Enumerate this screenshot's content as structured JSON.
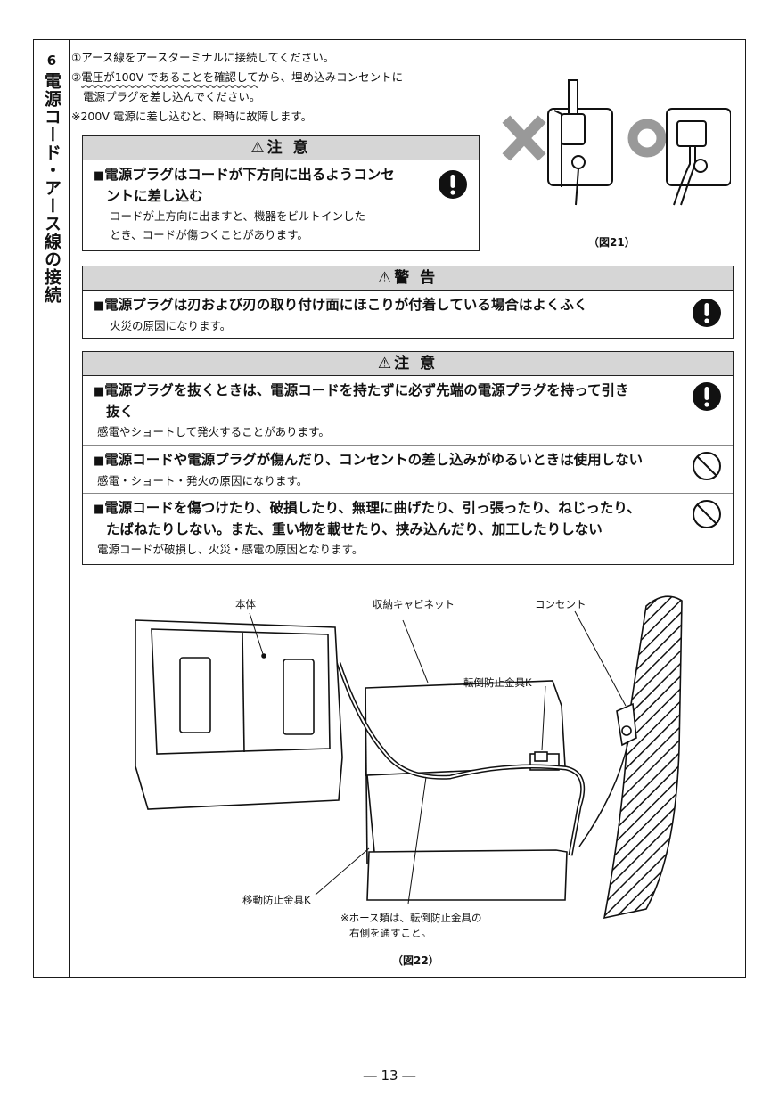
{
  "section": {
    "number": "6",
    "title": "電源コード・アース線の接続"
  },
  "intro": {
    "step1": "①アース線をアースターミナルに接続してください。",
    "step2_pre": "②",
    "step2_underlined": "電圧が100V であることを確認して",
    "step2_post": "から、埋め込みコンセントに",
    "step2_cont": "電源プラグを差し込んでください。",
    "note": "※200V 電源に差し込むと、瞬時に故障します。"
  },
  "caution1": {
    "header": "⚠注 意",
    "title_line1": "電源プラグはコードが下方向に出るようコンセ",
    "title_line2": "ントに差し込む",
    "desc_line1": "コードが上方向に出ますと、機器をビルトインした",
    "desc_line2": "とき、コードが傷つくことがあります。"
  },
  "fig21": {
    "caption": "（図21）"
  },
  "warning": {
    "header": "⚠警 告",
    "title": "電源プラグは刃および刃の取り付け面にほこりが付着している場合はよくふく",
    "desc": "火災の原因になります。"
  },
  "caution2": {
    "header": "⚠注 意",
    "items": [
      {
        "title_line1": "電源プラグを抜くときは、電源コードを持たずに必ず先端の電源プラグを持って引き",
        "title_line2": "抜く",
        "desc": "感電やショートして発火することがあります。"
      },
      {
        "title_line1": "電源コードや電源プラグが傷んだり、コンセントの差し込みがゆるいときは使用しない",
        "desc": "感電・ショート・発火の原因になります。"
      },
      {
        "title_line1": "電源コードを傷つけたり、破損したり、無理に曲げたり、引っ張ったり、ねじったり、",
        "title_line2": "たばねたりしない。また、重い物を載せたり、挟み込んだり、加工したりしない",
        "desc": "電源コードが破損し、火災・感電の原因となります。"
      }
    ]
  },
  "fig22": {
    "label_body": "本体",
    "label_cabinet": "収納キャビネット",
    "label_outlet": "コンセント",
    "label_tip_bracket": "転倒防止金具K",
    "label_move_bracket": "移動防止金具K",
    "note_line1": "※ホース類は、転倒防止金具の",
    "note_line2": "右側を通すこと。",
    "caption": "（図22）"
  },
  "page_number": "― 13 ―"
}
